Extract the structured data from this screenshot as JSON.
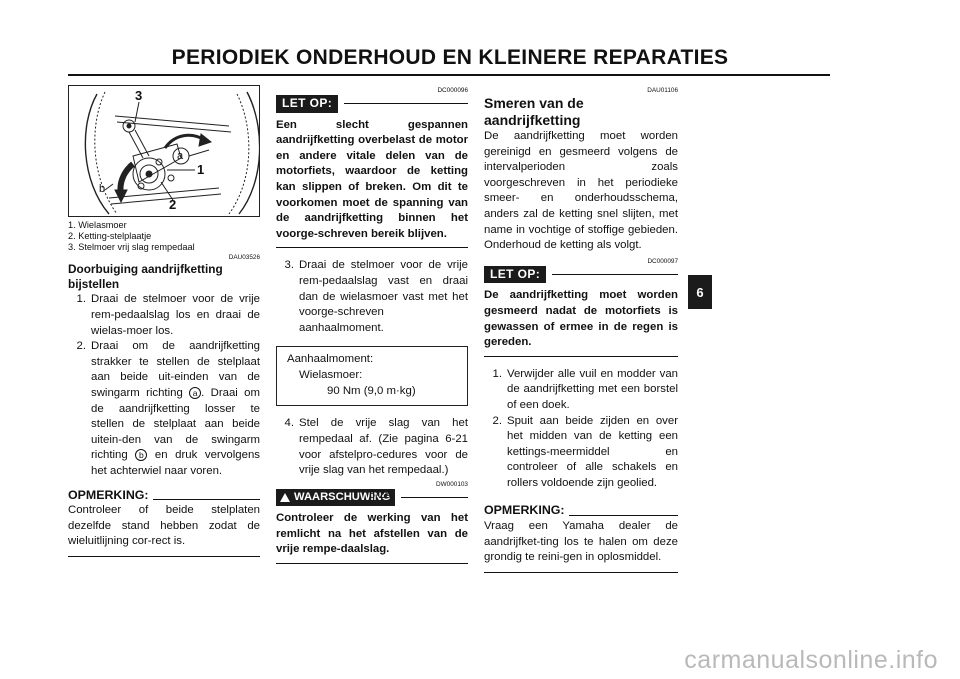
{
  "header": {
    "title": "PERIODIEK ONDERHOUD EN KLEINERE REPARATIES"
  },
  "figure": {
    "callouts": [
      "3",
      "a",
      "1",
      "b",
      "2"
    ],
    "captions": [
      "1.  Wielasmoer",
      "2.  Ketting-stelplaatje",
      "3.  Stelmoer vrij slag rempedaal"
    ]
  },
  "col1": {
    "code": "DAU03526",
    "heading": "Doorbuiging aandrijfketting bijstellen",
    "items": [
      {
        "num": "1.",
        "text": "Draai de stelmoer voor de vrije rem-pedaalslag los en draai de wielas-moer los."
      },
      {
        "num": "2.",
        "text_a": "Draai om de aandrijfketting strakker te stellen de stelplaat aan beide uit-einden van de swingarm richting ",
        "mark_a": "a",
        "text_b": ". Draai om de aandrijfketting losser te stellen de stelplaat aan beide uitein-den van de swingarm richting ",
        "mark_b": "b",
        "text_c": " en druk vervolgens het achterwiel naar voren."
      }
    ],
    "note_label": "OPMERKING:",
    "note_text": "Controleer of beide stelplaten dezelfde stand hebben zodat de wieluitlijning cor-rect is."
  },
  "col2": {
    "code": "DC000096",
    "letop_label": "LET OP:",
    "letop_text": "Een slecht gespannen aandrijfketting overbelast de motor en andere vitale delen van de motorfiets, waardoor de ketting kan slippen of breken. Om dit te voorkomen moet de spanning van de aandrijfketting binnen het voorge-schreven bereik blijven.",
    "item3": {
      "num": "3.",
      "text": "Draai de stelmoer voor de vrije rem-pedaalslag vast en draai dan de wielasmoer vast met het voorge-schreven aanhaalmoment."
    },
    "torque": {
      "label": "Aanhaalmoment:",
      "sub": "Wielasmoer:",
      "value": "90 Nm (9,0 m·kg)"
    },
    "item4": {
      "num": "4.",
      "text": "Stel de vrije slag van het rempedaal af. (Zie pagina 6-21 voor afstelpro-cedures voor de vrije slag van het rempedaal.)"
    },
    "warn_code": "DW000103",
    "warn_label": "WAARSCHUWING",
    "warn_text": "Controleer de werking van het remlicht na het afstellen van de vrije rempe-daalslag."
  },
  "col3": {
    "code": "DAU01106",
    "heading": "Smeren van de aandrijfketting",
    "intro": "De aandrijfketting moet worden gereinigd en gesmeerd volgens de intervalperioden zoals voorgeschreven in het periodieke smeer- en onderhoudsschema, anders zal de ketting snel slijten, met name in vochtige of stoffige gebieden. Onderhoud de ketting als volgt.",
    "code2": "DC000097",
    "letop_label": "LET OP:",
    "letop_text": "De aandrijfketting moet worden gesmeerd nadat de motorfiets is gewassen of ermee in de regen is gereden.",
    "items": [
      {
        "num": "1.",
        "text": "Verwijder alle vuil en modder van de aandrijfketting met een borstel of een doek."
      },
      {
        "num": "2.",
        "text": "Spuit aan beide zijden en over het midden van de ketting een kettings-meermiddel en controleer of alle schakels en rollers voldoende zijn geolied."
      }
    ],
    "note_label": "OPMERKING:",
    "note_text": "Vraag een Yamaha dealer de aandrijfket-ting los te halen om deze grondig te reini-gen in oplosmiddel."
  },
  "footer": {
    "page_number": "6-26",
    "chapter_tab": "6",
    "watermark": "carmanualsonline.info"
  }
}
